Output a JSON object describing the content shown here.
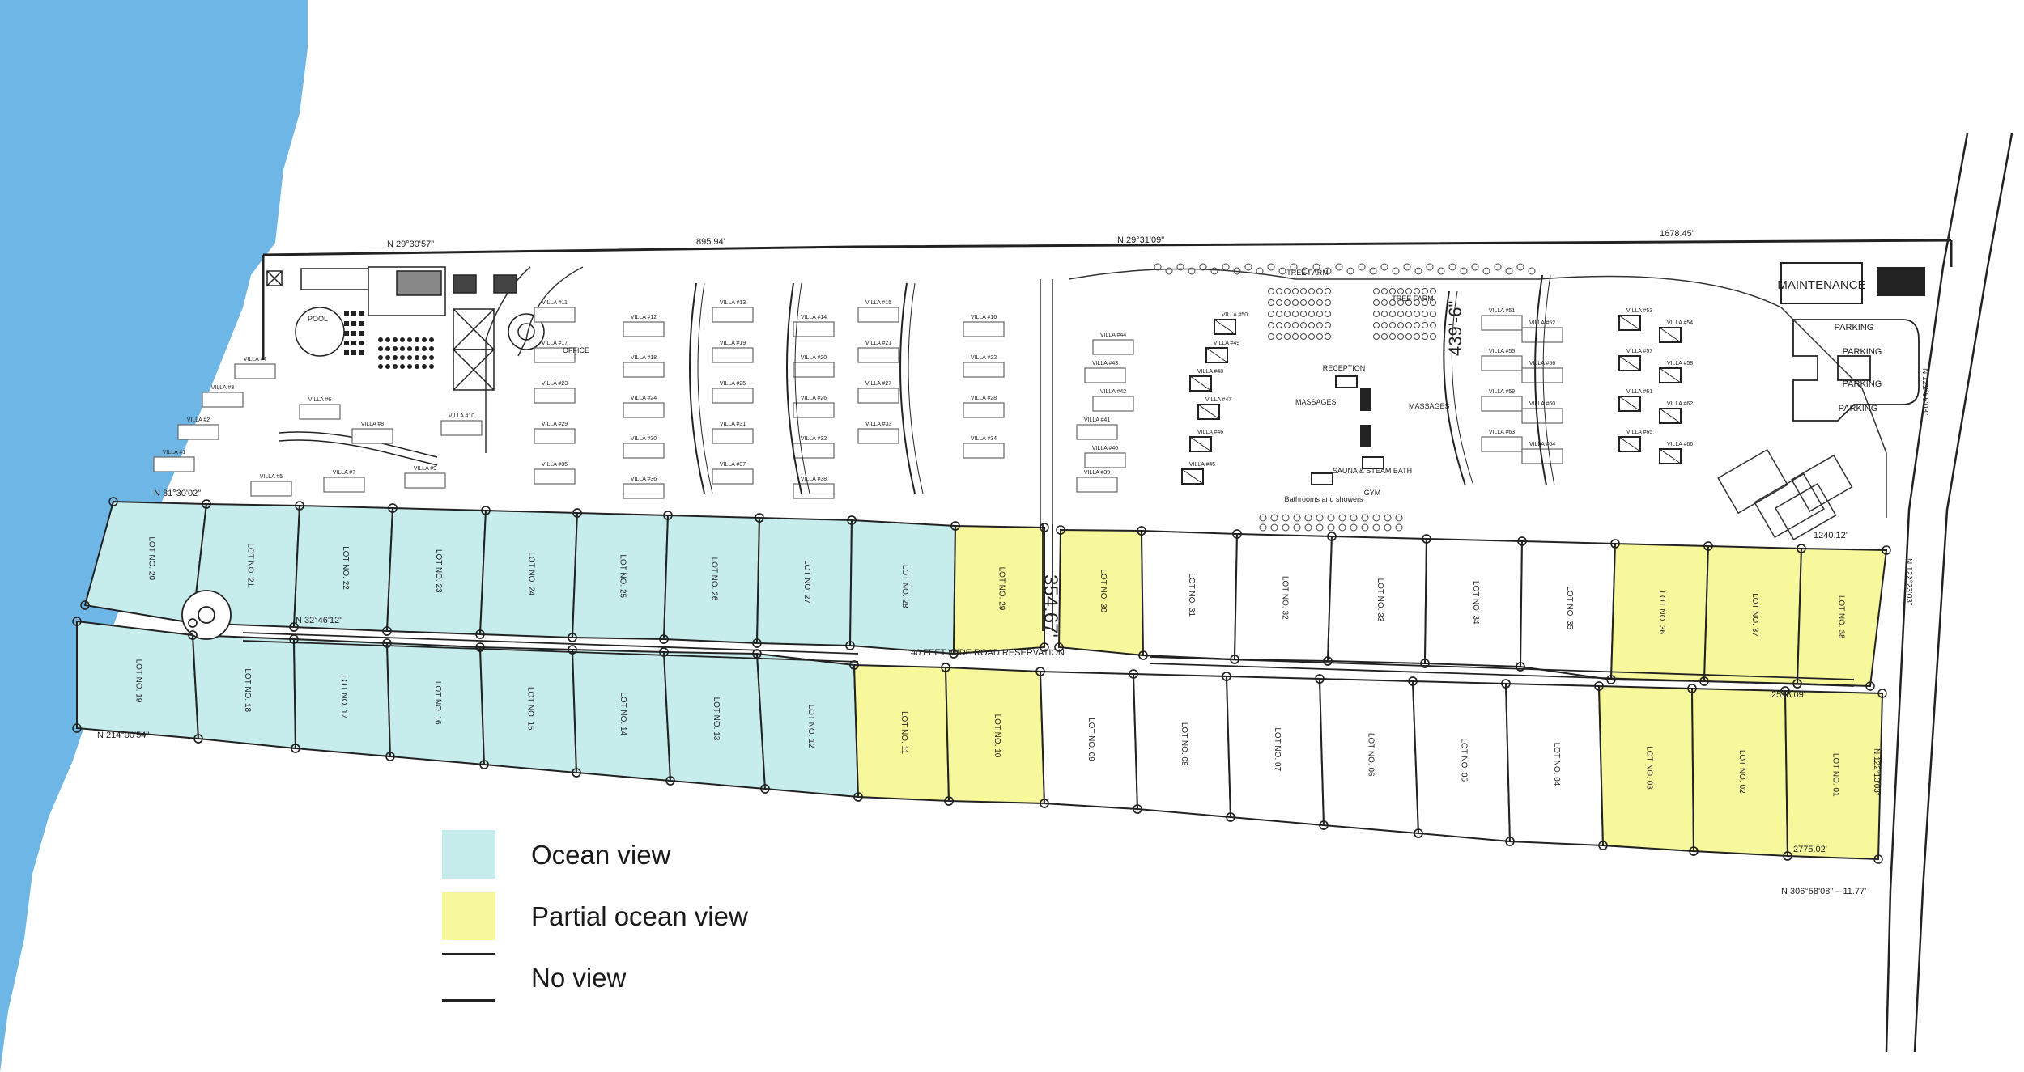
{
  "colors": {
    "ocean": "#6eb6e6",
    "ocean_view": "#c7ecec",
    "partial_view": "#f7f79c",
    "no_view": "#ffffff",
    "line": "#222222"
  },
  "map": {
    "bearings": {
      "top_left": "N 29°30'57\"",
      "top_mid": "N 29°31'09\"",
      "left_road": "N 31°30'02\"",
      "center_road": "N 32°46'12\"",
      "bottom_left": "N 214°00'54\"",
      "bottom_right": "N 306°58'08\" – 11.77'",
      "right_upper": "N 122°55'08\"",
      "right_side": "N 122°23'03\"",
      "right_lower": "N 122°13'03\""
    },
    "distances": {
      "top_1": "895.94'",
      "top_2": "1678.45'",
      "vertical_1": "354.67'",
      "vertical_2": "439'-6\"",
      "mid_right": "1240.12'",
      "road_right": "2518.09'",
      "bottom_right": "2775.02'"
    },
    "road_label": "40 FEET WIDE ROAD RESERVATION",
    "facilities": {
      "maintenance": "MAINTENANCE",
      "parking": "PARKING",
      "pool": "POOL",
      "office": "OFFICE",
      "reception": "RECEPTION",
      "tree_farm": "TREE FARM",
      "massages": "MASSAGES",
      "sauna": "SAUNA & STEAM BATH",
      "gym": "GYM",
      "bathrooms": "Bathrooms and showers"
    },
    "lots_top": [
      {
        "label": "LOT NO. 20",
        "view": "ocean"
      },
      {
        "label": "LOT NO. 21",
        "view": "ocean"
      },
      {
        "label": "LOT NO. 22",
        "view": "ocean"
      },
      {
        "label": "LOT NO. 23",
        "view": "ocean"
      },
      {
        "label": "LOT NO. 24",
        "view": "ocean"
      },
      {
        "label": "LOT NO. 25",
        "view": "ocean"
      },
      {
        "label": "LOT NO. 26",
        "view": "ocean"
      },
      {
        "label": "LOT NO. 27",
        "view": "ocean"
      },
      {
        "label": "LOT NO. 28",
        "view": "ocean"
      },
      {
        "label": "LOT NO. 29",
        "view": "partial"
      },
      {
        "label": "LOT NO. 30",
        "view": "partial"
      },
      {
        "label": "LOT NO. 31",
        "view": "none"
      },
      {
        "label": "LOT NO. 32",
        "view": "none"
      },
      {
        "label": "LOT NO. 33",
        "view": "none"
      },
      {
        "label": "LOT NO. 34",
        "view": "none"
      },
      {
        "label": "LOT NO. 35",
        "view": "none"
      },
      {
        "label": "LOT NO. 36",
        "view": "partial"
      },
      {
        "label": "LOT NO. 37",
        "view": "partial"
      },
      {
        "label": "LOT NO. 38",
        "view": "partial"
      }
    ],
    "lots_bottom": [
      {
        "label": "LOT NO. 19",
        "view": "ocean"
      },
      {
        "label": "LOT NO. 18",
        "view": "ocean"
      },
      {
        "label": "LOT NO. 17",
        "view": "ocean"
      },
      {
        "label": "LOT NO. 16",
        "view": "ocean"
      },
      {
        "label": "LOT NO. 15",
        "view": "ocean"
      },
      {
        "label": "LOT NO. 14",
        "view": "ocean"
      },
      {
        "label": "LOT NO. 13",
        "view": "ocean"
      },
      {
        "label": "LOT NO. 12",
        "view": "ocean"
      },
      {
        "label": "LOT NO. 11",
        "view": "partial"
      },
      {
        "label": "LOT NO. 10",
        "view": "partial"
      },
      {
        "label": "LOT NO. 09",
        "view": "none"
      },
      {
        "label": "LOT NO. 08",
        "view": "none"
      },
      {
        "label": "LOT NO. 07",
        "view": "none"
      },
      {
        "label": "LOT NO. 06",
        "view": "none"
      },
      {
        "label": "LOT NO. 05",
        "view": "none"
      },
      {
        "label": "LOT NO. 04",
        "view": "none"
      },
      {
        "label": "LOT NO. 03",
        "view": "partial"
      },
      {
        "label": "LOT NO. 02",
        "view": "partial"
      },
      {
        "label": "LOT NO. 01",
        "view": "partial"
      }
    ],
    "villas_west": [
      "VILLA #1",
      "VILLA #2",
      "VILLA #3",
      "VILLA #4",
      "VILLA #5",
      "VILLA #6",
      "VILLA #7",
      "VILLA #8",
      "VILLA #9",
      "VILLA #10"
    ],
    "villas_mid": [
      "VILLA #11",
      "VILLA #12",
      "VILLA #13",
      "VILLA #14",
      "VILLA #15",
      "VILLA #16",
      "VILLA #17",
      "VILLA #18",
      "VILLA #19",
      "VILLA #20",
      "VILLA #21",
      "VILLA #22",
      "VILLA #23",
      "VILLA #24",
      "VILLA #25",
      "VILLA #26",
      "VILLA #27",
      "VILLA #28",
      "VILLA #29",
      "VILLA #30",
      "VILLA #31",
      "VILLA #32",
      "VILLA #33",
      "VILLA #34",
      "VILLA #35",
      "VILLA #36",
      "VILLA #37",
      "VILLA #38"
    ],
    "villas_east": [
      "VILLA #39",
      "VILLA #40",
      "VILLA #41",
      "VILLA #42",
      "VILLA #43",
      "VILLA #44",
      "VILLA #45",
      "VILLA #46",
      "VILLA #47",
      "VILLA #48",
      "VILLA #49",
      "VILLA #50"
    ],
    "villas_far_east": [
      "VILLA #51",
      "VILLA #52",
      "VILLA #53",
      "VILLA #54",
      "VILLA #55",
      "VILLA #56",
      "VILLA #57",
      "VILLA #58",
      "VILLA #59",
      "VILLA #60",
      "VILLA #61",
      "VILLA #62",
      "VILLA #63",
      "VILLA #64",
      "VILLA #65",
      "VILLA #66"
    ]
  },
  "legend": {
    "items": [
      {
        "label": "Ocean view",
        "view": "ocean"
      },
      {
        "label": "Partial ocean view",
        "view": "partial"
      },
      {
        "label": "No view",
        "view": "none"
      }
    ]
  }
}
